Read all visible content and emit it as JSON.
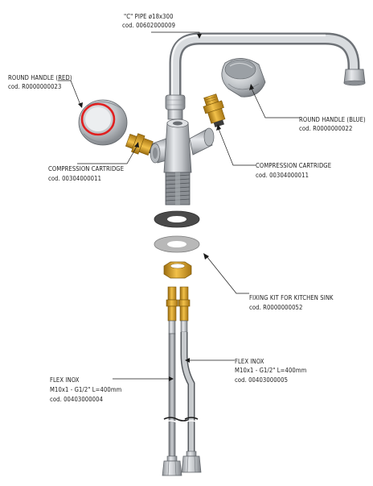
{
  "callouts": {
    "pipe": {
      "title": "\"C\" PIPE ø18x300",
      "code": "cod. 00602000009"
    },
    "handle_red": {
      "title": "ROUND HANDLE (RED)",
      "code": "cod. R0000000023"
    },
    "handle_blue": {
      "title": "ROUND HANDLE (BLUE)",
      "code": "cod. R0000000022"
    },
    "cartridge_left": {
      "title": "COMPRESSION CARTRIDGE",
      "code": "cod. 00304000011"
    },
    "cartridge_right": {
      "title": "COMPRESSION CARTRIDGE",
      "code": "cod. 00304000011"
    },
    "fixing_kit": {
      "title": "FIXING KIT FOR KITCHEN SINK",
      "code": "cod. R0000000052"
    },
    "flex_right": {
      "title": "FLEX INOX",
      "spec": "M10x1 - G1/2\" L=400mm",
      "code": "cod. 00403000005"
    },
    "flex_left": {
      "title": "FLEX INOX",
      "spec": "M10x1 - G1/2\" L=400mm",
      "code": "cod. 00403000004"
    }
  },
  "colors": {
    "chrome": "#c9ccd0",
    "brass": "#d9a326",
    "red_ring": "#e02020",
    "blue_ring": "#3a5fb0",
    "gasket_dark": "#4a4a4a",
    "gasket_light": "#b8b8b8"
  }
}
